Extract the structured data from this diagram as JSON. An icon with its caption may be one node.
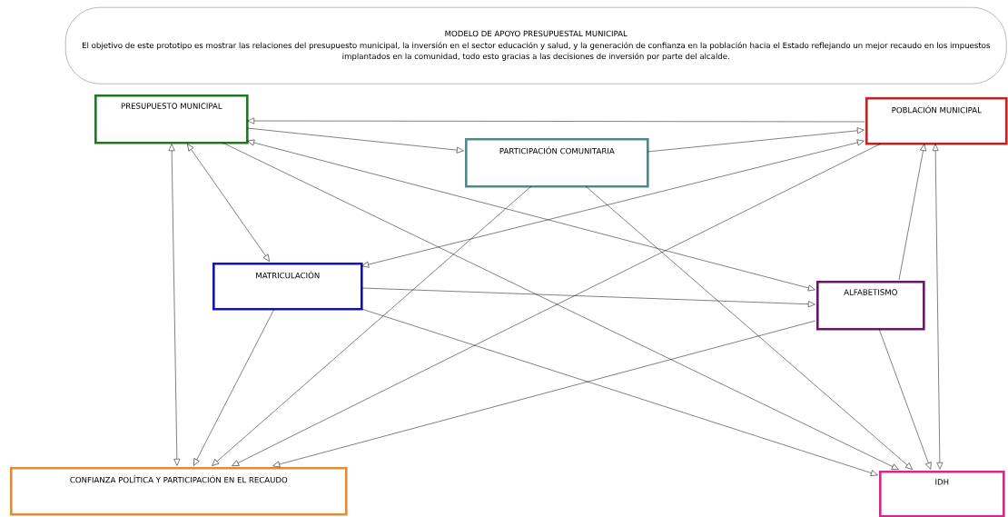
{
  "diagram": {
    "nodes": [
      {
        "text": [
          "MODELO DE APOYO PRESUPUESTAL MUNICIPAL",
          "El objetivo de este prototipo es mostrar las relaciones del presupuesto municipal, la inversión en el sector educación y salud, y la generación de confianza en la población hacia el Estado reflejando un mejor recaudo en los impuestos implantados en la comunidad, todo esto gracias a las decisiones de inversión por parte del alcalde."
        ]
      },
      {
        "text": [
          "PRESUPUESTO MUNICIPAL"
        ]
      },
      {
        "text": [
          "PARTICIPACIÓN COMUNITARIA"
        ]
      },
      {
        "text": [
          "POBLACIÓN MUNICIPAL"
        ]
      },
      {
        "text": [
          "MATRICULACIÓN"
        ]
      },
      {
        "text": [
          "ALFABETISMO"
        ]
      },
      {
        "text": [
          "CONFIANZA POLÍTICA Y PARTICIPACIÓN EN EL RECAUDO"
        ]
      },
      {
        "text": [
          "IDH"
        ]
      }
    ],
    "edges": [
      {
        "from": 3,
        "to": 1,
        "arrow": "to"
      },
      {
        "from": 1,
        "to": 2,
        "arrow": "to"
      },
      {
        "from": 2,
        "to": 3,
        "arrow": "to"
      },
      {
        "from": 1,
        "to": 5,
        "arrow": "both"
      },
      {
        "from": 1,
        "to": 4,
        "arrow": "both"
      },
      {
        "from": 1,
        "to": 6,
        "arrow": "both"
      },
      {
        "from": 1,
        "to": 7,
        "arrow": "to"
      },
      {
        "from": 3,
        "to": 4,
        "arrow": "both"
      },
      {
        "from": 3,
        "to": 6,
        "arrow": "to"
      },
      {
        "from": 5,
        "to": 3,
        "arrow": "to"
      },
      {
        "from": 3,
        "to": 7,
        "arrow": "both"
      },
      {
        "from": 2,
        "to": 6,
        "arrow": "to"
      },
      {
        "from": 2,
        "to": 7,
        "arrow": "to"
      },
      {
        "from": 4,
        "to": 5,
        "arrow": "to"
      },
      {
        "from": 4,
        "to": 7,
        "arrow": "to"
      },
      {
        "from": 4,
        "to": 6,
        "arrow": "to"
      },
      {
        "from": 5,
        "to": 6,
        "arrow": "to"
      },
      {
        "from": 5,
        "to": 7,
        "arrow": "to"
      }
    ]
  }
}
